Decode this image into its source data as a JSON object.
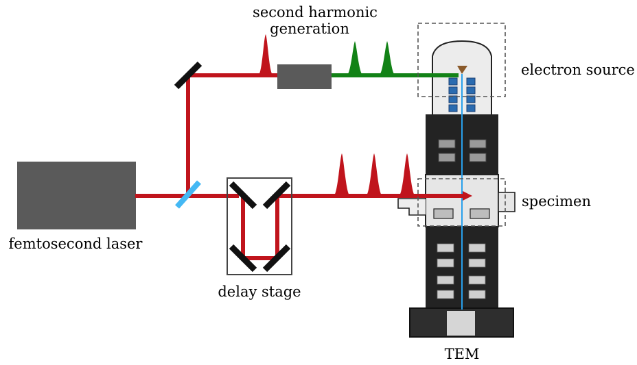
{
  "labels": {
    "shg_line1": "second harmonic",
    "shg_line2": "generation",
    "electron_source": "electron source",
    "specimen": "specimen",
    "femtosecond_laser": "femtosecond laser",
    "delay_stage": "delay stage",
    "tem": "TEM"
  },
  "colors": {
    "laser_beam": "#c0141c",
    "shg_beam": "#128216",
    "electron_beam": "#28a0ec",
    "beam_splitter": "#44b8f4",
    "mirror": "#111111",
    "device": "#5a5a5a",
    "column_dark": "#232323",
    "column_light": "#e6e6e6",
    "dashed_box": "#555555"
  }
}
